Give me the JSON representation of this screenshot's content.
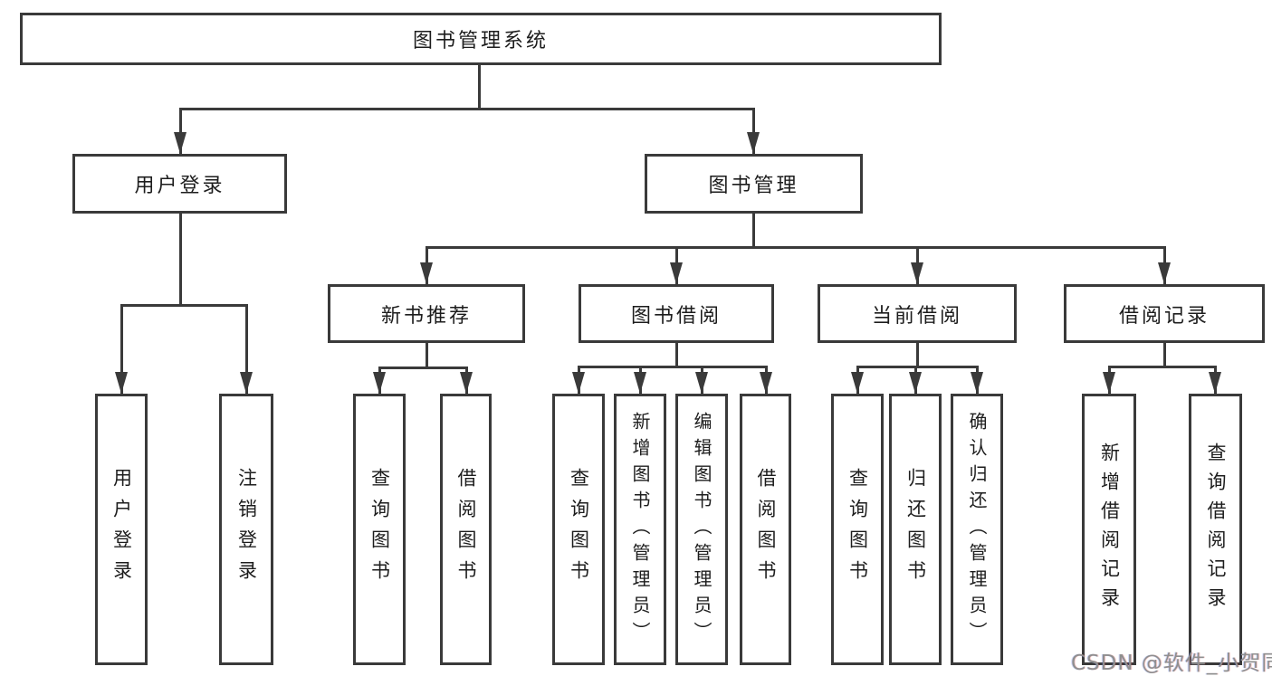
{
  "tree": {
    "label": "图书管理系统",
    "children": [
      {
        "label": "用户登录",
        "children": [
          {
            "label": "用户登录"
          },
          {
            "label": "注销登录"
          }
        ]
      },
      {
        "label": "图书管理",
        "children": [
          {
            "label": "新书推荐",
            "children": [
              {
                "label": "查询图书"
              },
              {
                "label": "借阅图书"
              }
            ]
          },
          {
            "label": "图书借阅",
            "children": [
              {
                "label": "查询图书"
              },
              {
                "label": "新增图书（管理员）"
              },
              {
                "label": "编辑图书（管理员）"
              },
              {
                "label": "借阅图书"
              }
            ]
          },
          {
            "label": "当前借阅",
            "children": [
              {
                "label": "查询图书"
              },
              {
                "label": "归还图书"
              },
              {
                "label": "确认归还（管理员）"
              }
            ]
          },
          {
            "label": "借阅记录",
            "children": [
              {
                "label": "新增借阅记录"
              },
              {
                "label": "查询借阅记录"
              }
            ]
          }
        ]
      }
    ]
  },
  "watermark": {
    "text": "CSDN @软件_小贺同学"
  },
  "colors": {
    "box_border": "#3a3a3a",
    "connector_line": "#3a3a3a",
    "text": "#1d1d1d",
    "watermark_text": "#8f8f8f",
    "background": "#ffffff"
  }
}
